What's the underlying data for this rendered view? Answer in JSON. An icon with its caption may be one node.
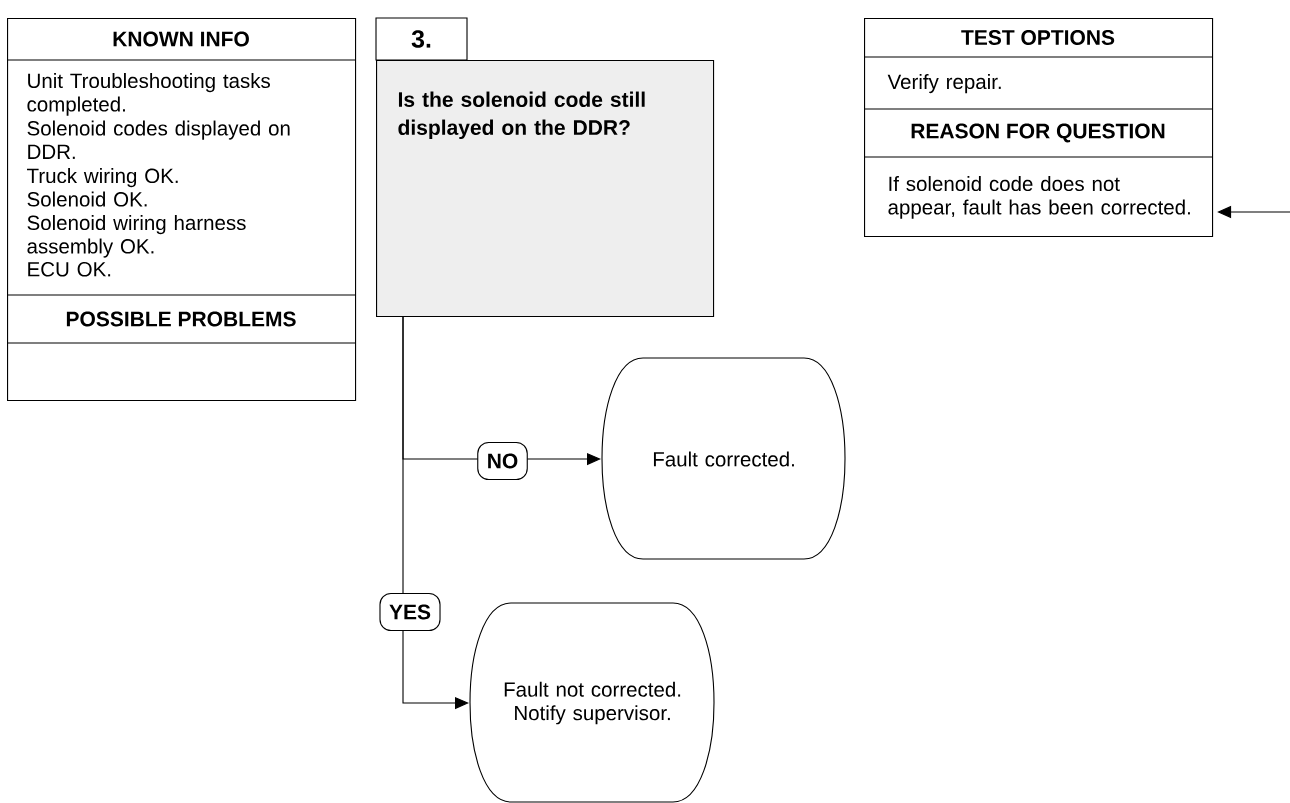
{
  "diagram": {
    "nodes": [
      {
        "text": [
          "KNOWN INFO",
          "Unit Troubleshooting tasks completed.",
          "Solenoid codes displayed on DDR.",
          "Truck wiring OK.",
          "Solenoid OK.",
          "Solenoid wiring harness assembly OK.",
          "ECU OK.",
          "POSSIBLE PROBLEMS"
        ]
      },
      {
        "text": [
          "3.",
          "Is the solenoid code still displayed on the DDR?"
        ]
      },
      {
        "text": [
          "TEST OPTIONS",
          "Verify repair.",
          "REASON FOR QUESTION",
          "If solenoid code does not appear, fault has been corrected."
        ]
      },
      {
        "text": [
          "Fault corrected."
        ]
      },
      {
        "text": [
          "Fault not corrected. Notify supervisor."
        ]
      }
    ],
    "edges": [
      {
        "from": 1,
        "to": 3,
        "arrow": "to",
        "label": "NO"
      },
      {
        "from": 1,
        "to": 4,
        "arrow": "to",
        "label": "YES"
      },
      {
        "from": null,
        "to": 2,
        "arrow": "to"
      }
    ]
  }
}
